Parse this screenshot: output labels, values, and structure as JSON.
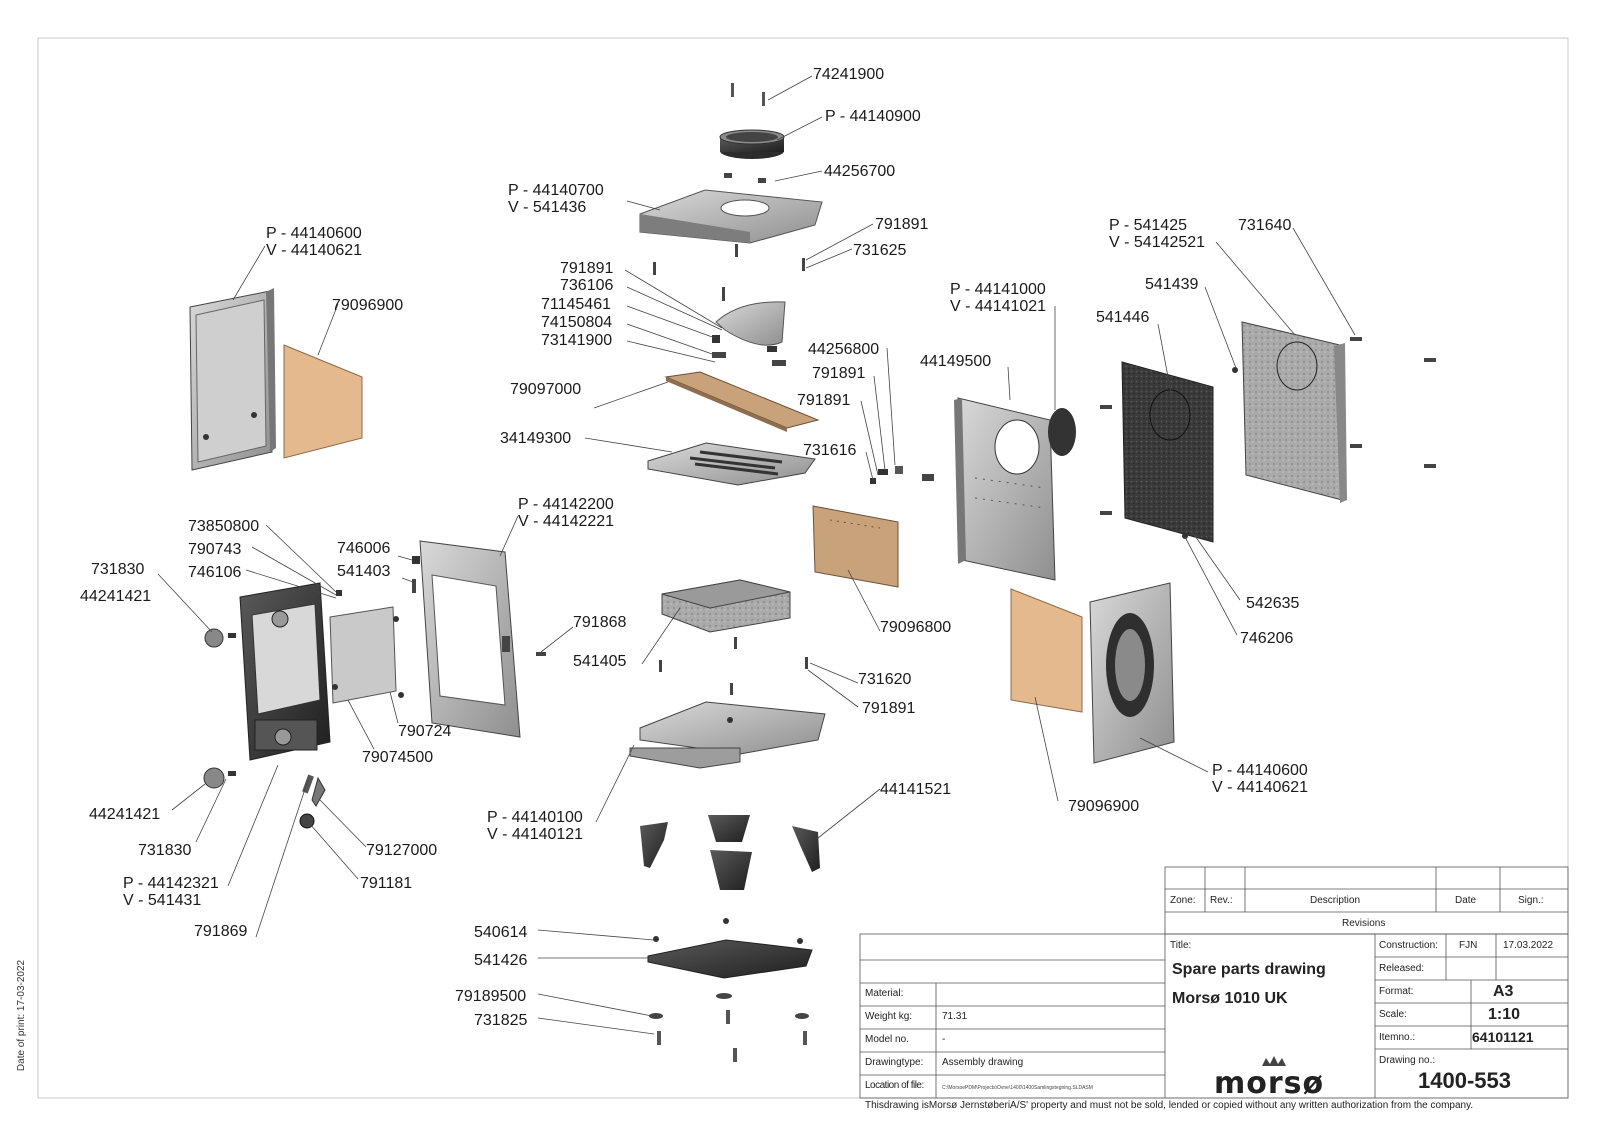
{
  "labels": {
    "l01": "74241900",
    "l02": "P - 44140900",
    "l03": "44256700",
    "l04a": "P - 44140700",
    "l04b": "V - 541436",
    "l05": "791891",
    "l06": "731625",
    "l07a": "P - 44140600",
    "l07b": "V - 44140621",
    "l08": "79096900",
    "l09": "791891",
    "l10": "736106",
    "l11": "71145461",
    "l12": "74150804",
    "l13": "73141900",
    "l14": "79097000",
    "l15": "34149300",
    "l16": "44256800",
    "l17": "791891",
    "l18": "791891",
    "l19": "731616",
    "l20a": "P - 44141000",
    "l20b": "V - 44141021",
    "l21": "44149500",
    "l22": "541439",
    "l23": "541446",
    "l24a": "P - 541425",
    "l24b": "V - 54142521",
    "l25": "731640",
    "l26": "73850800",
    "l27": "790743",
    "l28": "746106",
    "l29": "731830",
    "l30": "44241421",
    "l31": "746006",
    "l32": "541403",
    "l33a": "P - 44142200",
    "l33b": "V - 44142221",
    "l34": "791868",
    "l35": "541405",
    "l36": "79096800",
    "l37": "731620",
    "l38": "791891",
    "l39": "790724",
    "l40": "79074500",
    "l41": "542635",
    "l42": "746206",
    "l43a": "P - 44140600",
    "l43b": "V - 44140621",
    "l44": "79096900",
    "l45": "44241421",
    "l46": "731830",
    "l47a": "P - 44142321",
    "l47b": "V - 541431",
    "l48": "791869",
    "l49": "79127000",
    "l50": "791181",
    "l51a": "P - 44140100",
    "l51b": "V - 44140121",
    "l52": "44141521",
    "l53": "540614",
    "l54": "541426",
    "l55": "79189500",
    "l56": "731825"
  },
  "title_block": {
    "zone": "Zone:",
    "rev": "Rev.:",
    "description": "Description",
    "date": "Date",
    "sign": "Sign.:",
    "revisions": "Revisions",
    "title_label": "Title:",
    "title_line1": "Spare parts drawing",
    "title_line2": "Morsø 1010 UK",
    "construction_label": "Construction:",
    "construction_by": "FJN",
    "construction_date": "17.03.2022",
    "released_label": "Released:",
    "format_label": "Format:",
    "format_value": "A3",
    "scale_label": "Scale:",
    "scale_value": "1:10",
    "itemno_label": "Itemno.:",
    "itemno_value": "64101121",
    "drawingno_label": "Drawing no.:",
    "drawingno_value": "1400-553",
    "material_label": "Material:",
    "weight_label": "Weight kg:",
    "weight_value": "71.31",
    "model_label": "Model no.",
    "model_value": "-",
    "drawingtype_label": "Drawingtype:",
    "drawingtype_value": "Assembly drawing",
    "location_label": "Location of file:",
    "location_value": "C:\\MorsoePDM\\Projects\\Ovne\\1400\\1400Samlingstegning.SLDASM",
    "logo_text": "morsø"
  },
  "footer": "Thisdrawing isMorsø JernstøberiA/S' property and must not be sold, lended or copied without any written authorization from the company.",
  "side_note": "Date of print: 17-03-2022",
  "colors": {
    "wood": "#e4b98d",
    "steel": "#bdbdbd",
    "dark": "#2a2a2a"
  }
}
